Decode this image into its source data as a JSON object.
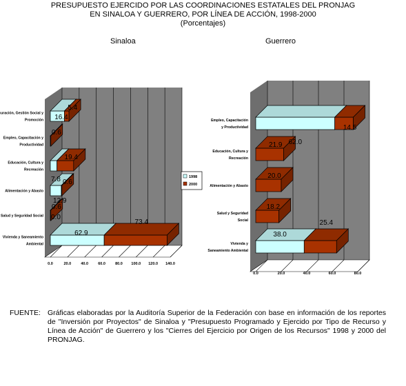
{
  "header": {
    "line1": "PRESUPUESTO EJERCIDO POR LAS COORDINACIONES ESTATALES DEL PRONJAG",
    "line2": "EN SINALOA Y GUERRERO, POR LÍNEA DE ACCIÓN, 1998-2000",
    "line3": "(Porcentajes)"
  },
  "footer": {
    "label": "FUENTE:",
    "text": "Gráficas elaboradas por la Auditoría Superior de la Federación con base en información de los reportes de \"Inversión por Proyectos\" de Sinaloa y \"Presupuesto Programado y Ejercido por Tipo de Recurso y Línea de Acción\" de Guerrero y los \"Cierres del Ejercicio por Origen de los Recursos\" 1998 y 2000 del PRONJAG."
  },
  "colors": {
    "s1998": "#ccffff",
    "s2000": "#a83200",
    "wall": "#808080",
    "wallDark": "#6e6e6e"
  },
  "chart_data": [
    {
      "type": "bar",
      "orientation": "horizontal",
      "subtitle": "Sinaloa",
      "categories": [
        "Vivienda y Saneamiento Ambiental",
        "Salud y Seguridad Social",
        "Alimentación y Abasto",
        "Educación, Cultura y Recreación",
        "Empleo, Capacitación y Productividad",
        "Procuración, Gestión Social y Promoción"
      ],
      "category_labels": [
        [
          "Vivienda y Saneamiento",
          "Ambiental"
        ],
        [
          "Salud y Seguridad Social"
        ],
        [
          "Alimentación y Abasto"
        ],
        [
          "Educación, Cultura y",
          "Recreación"
        ],
        [
          "Empleo, Capacitación y",
          "Productividad"
        ],
        [
          "Procuración, Gestión Social y",
          "Promoción"
        ]
      ],
      "series": [
        {
          "name": "1998",
          "values": [
            62.9,
            0,
            12.9,
            7.8,
            0,
            16.4
          ]
        },
        {
          "name": "2000",
          "values": [
            73.4,
            0.6,
            0.6,
            19.4,
            0.6,
            5.4
          ]
        }
      ],
      "xlim": [
        0,
        140
      ],
      "xticks": [
        "0.0",
        "20.0",
        "40.0",
        "60.0",
        "80.0",
        "100.0",
        "120.0",
        "140.0"
      ],
      "legend": [
        "1998",
        "2000"
      ],
      "legend_position": "right"
    },
    {
      "type": "bar",
      "orientation": "horizontal",
      "subtitle": "Guerrero",
      "categories": [
        "Vivienda y Saneamiento Ambiental",
        "Salud y Seguridad Social",
        "Alimentación y Abasto",
        "Educación, Cultura y Recreación",
        "Empleo, Capacitación y Productividad"
      ],
      "category_labels": [
        [
          "Vivienda y",
          "Saneamiento Ambiental"
        ],
        [
          "Salud y Seguridad",
          "Social"
        ],
        [
          "Alimentación y Abasto"
        ],
        [
          "Educación, Cultura y",
          "Recreación"
        ],
        [
          "Empleo, Capacitación",
          "y Productividad"
        ]
      ],
      "series": [
        {
          "name": "1998",
          "values": [
            38.0,
            0,
            0,
            0,
            62.0
          ]
        },
        {
          "name": "2000",
          "values": [
            25.4,
            18.2,
            20.0,
            21.9,
            14.5
          ]
        }
      ],
      "xlim": [
        0,
        80
      ],
      "xticks": [
        "0.0",
        "20.0",
        "40.0",
        "60.0",
        "80.0"
      ]
    }
  ]
}
